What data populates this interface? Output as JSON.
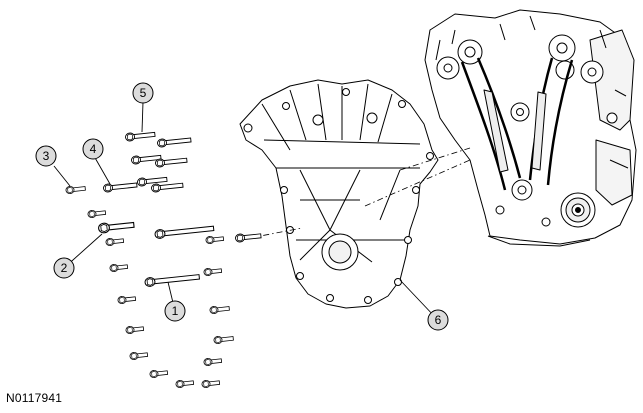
{
  "figure_id": "N0117941",
  "callouts": [
    "1",
    "2",
    "3",
    "4",
    "5",
    "6"
  ],
  "colors": {
    "line": "#000000",
    "background": "#ffffff",
    "part_fill": "#ffffff",
    "shade": "#dcdcdc"
  }
}
